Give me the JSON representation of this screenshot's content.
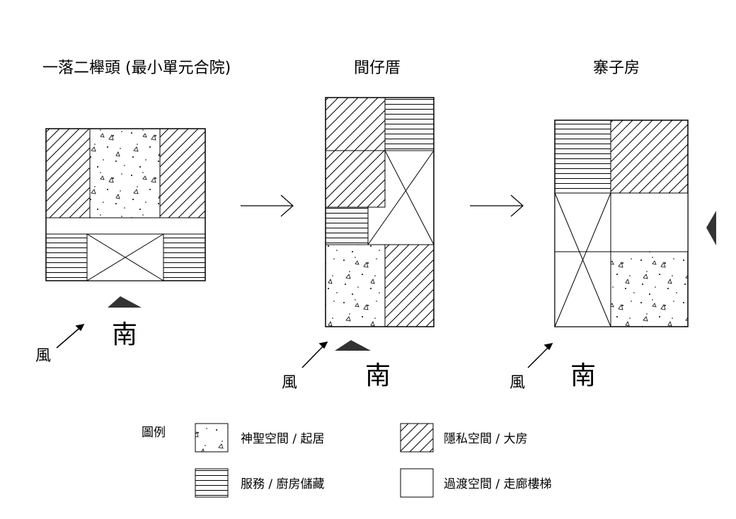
{
  "titles": {
    "courtyard": "一落二櫸頭 (最小單元合院)",
    "jian_zai_cuo": "間仔厝",
    "zhai_zi_fang": "寨子房"
  },
  "markers": {
    "south": "南",
    "wind": "風"
  },
  "legend": {
    "title": "圖例",
    "items": [
      {
        "label": "神聖空間 / 起居",
        "pattern": "dots"
      },
      {
        "label": "隱私空間 / 大房",
        "pattern": "diagonal"
      },
      {
        "label": "服務 / 廚房儲藏",
        "pattern": "horizontal"
      },
      {
        "label": "過渡空間 / 走廊樓梯",
        "pattern": "blank"
      }
    ]
  },
  "colors": {
    "line": "#000000",
    "fill_marker": "#333333",
    "background": "#ffffff"
  }
}
